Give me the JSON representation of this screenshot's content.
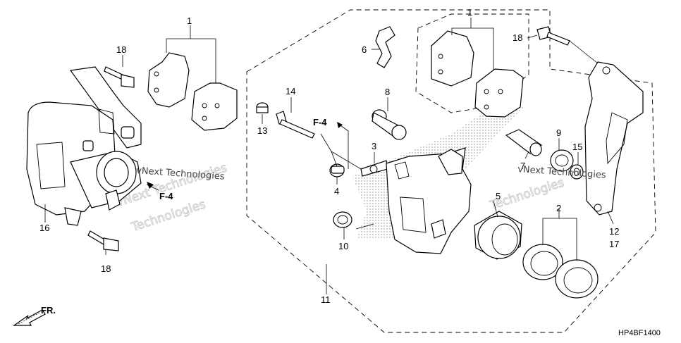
{
  "labels": {
    "l1a": "1",
    "l1b": "1",
    "l2": "2",
    "l3": "3",
    "l4": "4",
    "l5": "5",
    "l6": "6",
    "l7": "7",
    "l8": "8",
    "l9": "9",
    "l10": "10",
    "l11": "11",
    "l12": "12",
    "l13": "13",
    "l14": "14",
    "l15": "15",
    "l16": "16",
    "l17": "17",
    "l18a": "18",
    "l18b": "18",
    "l18c": "18"
  },
  "refs": {
    "f4a": "F-4",
    "f4b": "F-4"
  },
  "front": "FR.",
  "code": "HP4BF1400",
  "watermark": {
    "line1": "vNext Technologies",
    "line2": "Technologies",
    "small": "vNext Technologies"
  }
}
